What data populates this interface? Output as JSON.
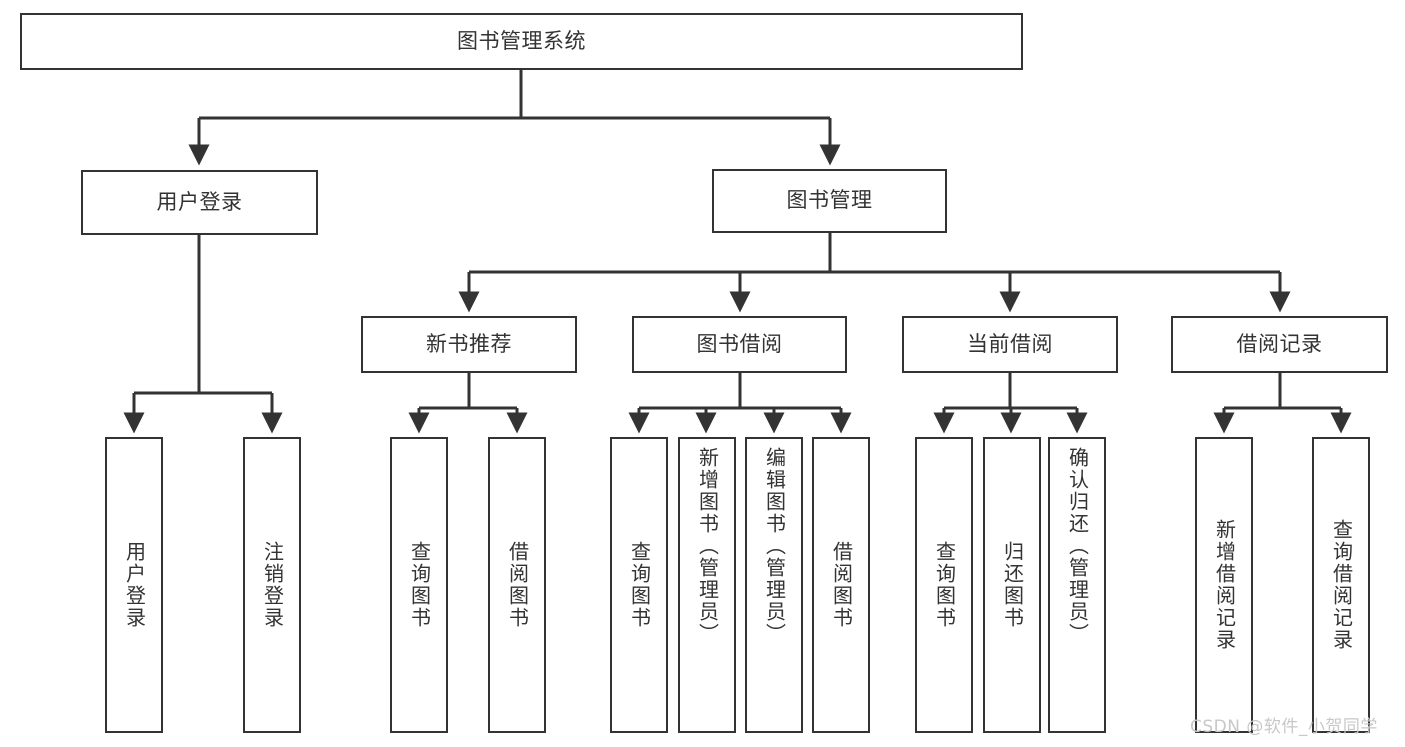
{
  "diagram": {
    "title": "图书管理系统",
    "type": "tree-hierarchy-chart",
    "watermark": "CSDN @软件_小贺同学",
    "colors": {
      "background": "#ffffff",
      "box_border": "#333333",
      "box_fill": "#ffffff",
      "connector": "#333333",
      "text": "#333333",
      "watermark": "#c8c8c8"
    },
    "root": {
      "label": "图书管理系统"
    },
    "level2": [
      {
        "label": "用户登录"
      },
      {
        "label": "图书管理"
      }
    ],
    "level3": [
      {
        "label": "新书推荐"
      },
      {
        "label": "图书借阅"
      },
      {
        "label": "当前借阅"
      },
      {
        "label": "借阅记录"
      }
    ],
    "leaves": {
      "user_login": [
        {
          "label": "用户登录"
        },
        {
          "label": "注销登录"
        }
      ],
      "new_book_recommend": [
        {
          "label": "查询图书"
        },
        {
          "label": "借阅图书"
        }
      ],
      "book_borrow": [
        {
          "label": "查询图书"
        },
        {
          "label": "新增图书（管理员）"
        },
        {
          "label": "编辑图书（管理员）"
        },
        {
          "label": "借阅图书"
        }
      ],
      "current_borrow": [
        {
          "label": "查询图书"
        },
        {
          "label": "归还图书"
        },
        {
          "label": "确认归还（管理员）"
        }
      ],
      "borrow_record": [
        {
          "label": "新增借阅记录"
        },
        {
          "label": "查询借阅记录"
        }
      ]
    }
  }
}
